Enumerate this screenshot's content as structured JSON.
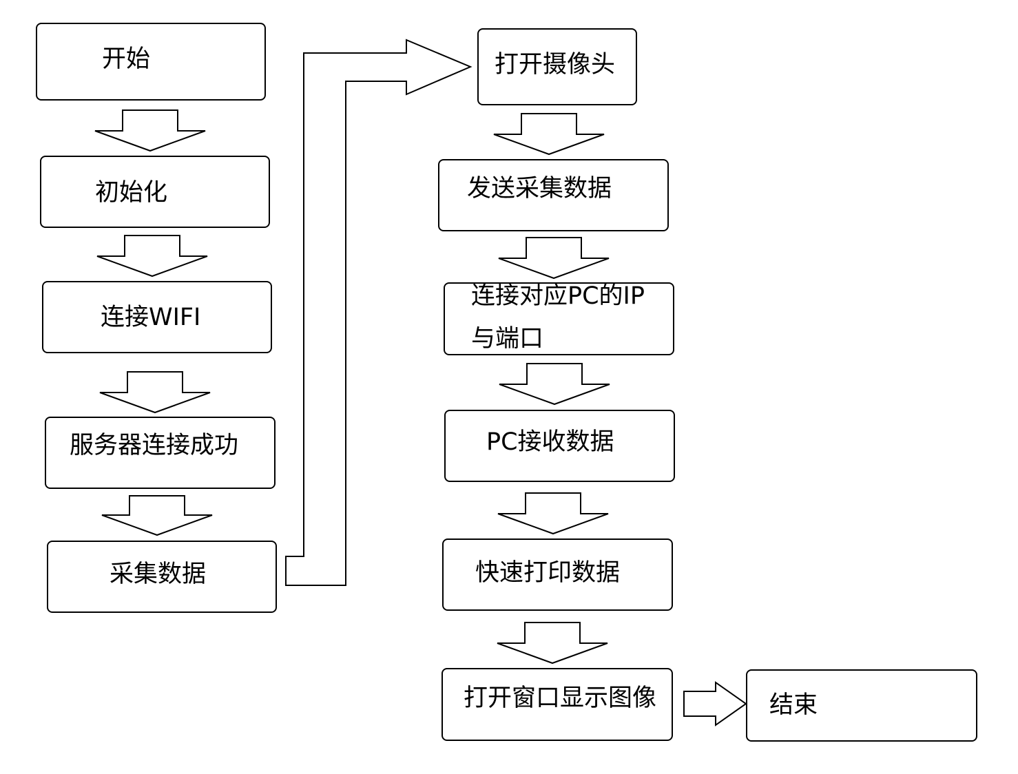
{
  "diagram": {
    "nodes": {
      "start": "开始",
      "init": "初始化",
      "connect_wifi": "连接WIFI",
      "server_connected": "服务器连接成功",
      "collect_data": "采集数据",
      "open_camera": "打开摄像头",
      "send_data": "发送采集数据",
      "connect_pc_line1": "连接对应PC的IP",
      "connect_pc_line2": "与端口",
      "pc_receive": "PC接收数据",
      "fast_print": "快速打印数据",
      "open_window": "打开窗口显示图像",
      "end": "结束"
    }
  }
}
